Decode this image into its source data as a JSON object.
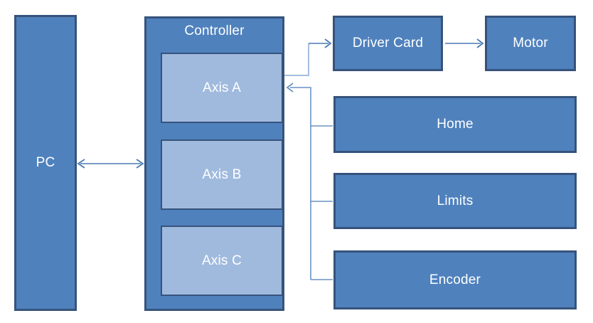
{
  "colors": {
    "canvas_bg": "#ffffff",
    "box_fill": "#4f81bd",
    "box_border": "#36537c",
    "inner_fill": "#a0bade",
    "inner_border": "#36537c",
    "label_text": "#ffffff",
    "connector_light": "#a4bedf",
    "connector_mid": "#6b92c3",
    "connector_accent": "#4b7ab2"
  },
  "nodes": {
    "pc": {
      "label": "PC"
    },
    "controller": {
      "label": "Controller"
    },
    "axis_a": {
      "label": "Axis A"
    },
    "axis_b": {
      "label": "Axis B"
    },
    "axis_c": {
      "label": "Axis C"
    },
    "driver_card": {
      "label": "Driver Card"
    },
    "motor": {
      "label": "Motor"
    },
    "home": {
      "label": "Home"
    },
    "limits": {
      "label": "Limits"
    },
    "encoder": {
      "label": "Encoder"
    }
  },
  "edges": [
    {
      "from": "pc",
      "to": "controller",
      "direction": "bidirectional"
    },
    {
      "from": "axis_a",
      "to": "driver_card",
      "direction": "forward"
    },
    {
      "from": "driver_card",
      "to": "motor",
      "direction": "forward"
    },
    {
      "from": "home",
      "to": "axis_a",
      "direction": "forward"
    },
    {
      "from": "limits",
      "to": "axis_a",
      "direction": "forward"
    },
    {
      "from": "encoder",
      "to": "axis_a",
      "direction": "forward"
    }
  ]
}
